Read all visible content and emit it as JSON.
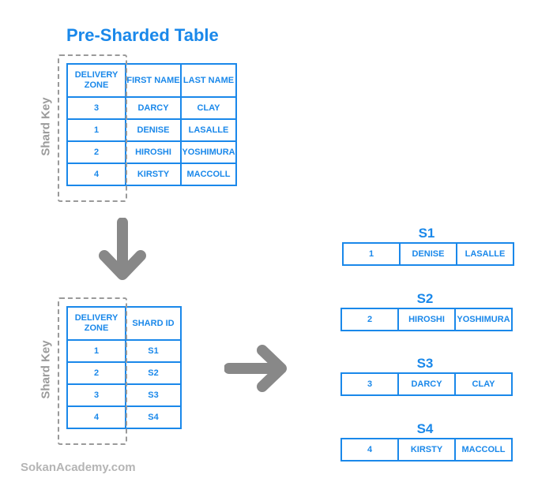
{
  "title": "Pre-Sharded Table",
  "shard_key_label": "Shard Key",
  "pre_sharded_table": {
    "headers": [
      "DELIVERY ZONE",
      "FIRST NAME",
      "LAST NAME"
    ],
    "rows": [
      [
        "3",
        "DARCY",
        "CLAY"
      ],
      [
        "1",
        "DENISE",
        "LASALLE"
      ],
      [
        "2",
        "HIROSHI",
        "YOSHIMURA"
      ],
      [
        "4",
        "KIRSTY",
        "MACCOLL"
      ]
    ]
  },
  "mapping_table": {
    "headers": [
      "DELIVERY ZONE",
      "SHARD ID"
    ],
    "rows": [
      [
        "1",
        "S1"
      ],
      [
        "2",
        "S2"
      ],
      [
        "3",
        "S3"
      ],
      [
        "4",
        "S4"
      ]
    ]
  },
  "shards": [
    {
      "name": "S1",
      "row": [
        "1",
        "DENISE",
        "LASALLE"
      ]
    },
    {
      "name": "S2",
      "row": [
        "2",
        "HIROSHI",
        "YOSHIMURA"
      ]
    },
    {
      "name": "S3",
      "row": [
        "3",
        "DARCY",
        "CLAY"
      ]
    },
    {
      "name": "S4",
      "row": [
        "4",
        "KIRSTY",
        "MACCOLL"
      ]
    }
  ],
  "watermark": "SokanAcademy.com",
  "colors": {
    "accent": "#1a88ea",
    "arrow": "#888888",
    "dashed": "#9a9a9a"
  },
  "icons": {
    "down": "arrow-down-icon",
    "right": "arrow-right-icon"
  }
}
